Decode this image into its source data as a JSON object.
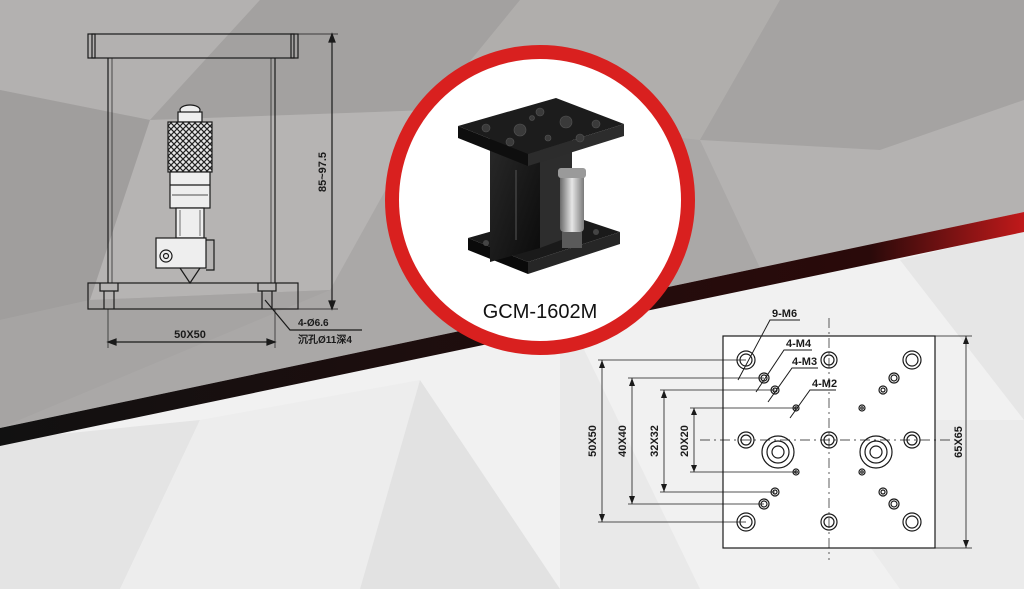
{
  "product": {
    "model": "GCM-1602M"
  },
  "side_drawing": {
    "height_dim": "85~97.5",
    "base_dim": "50X50",
    "hole_note_1": "4-Ø6.6",
    "hole_note_2": "沉孔Ø11深4"
  },
  "top_drawing": {
    "callout_m6": "9-M6",
    "callout_m4": "4-M4",
    "callout_m3": "4-M3",
    "callout_m2": "4-M2",
    "dim_50": "50X50",
    "dim_40": "40X40",
    "dim_32": "32X32",
    "dim_20": "20X20",
    "dim_65": "65X65"
  },
  "colors": {
    "ring": "#d9201f",
    "band": "#111111",
    "top_bg": "#a9a7a6",
    "bottom_bg": "#f2f2f2",
    "line": "#1a1a1a"
  }
}
